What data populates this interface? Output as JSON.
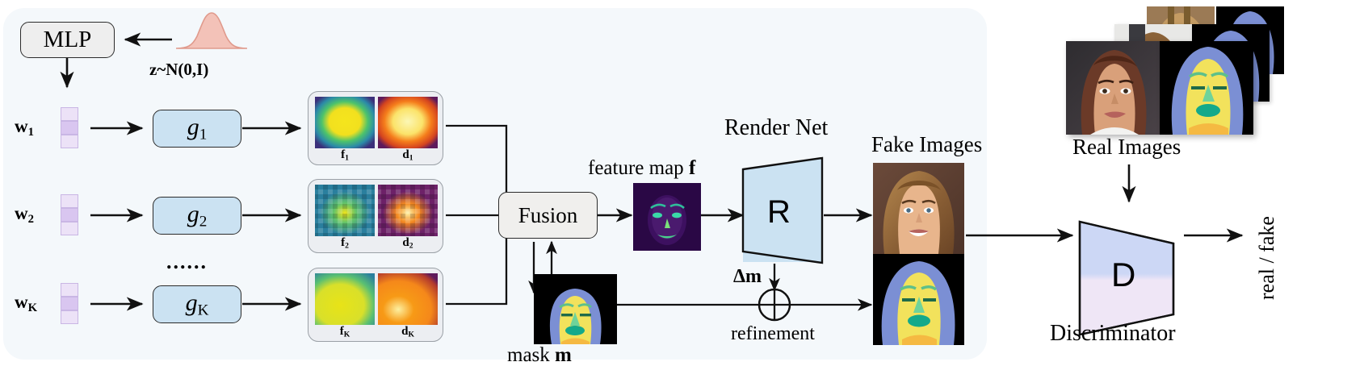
{
  "diagram": {
    "title": "3D-aware GAN generator-discriminator architecture",
    "panel_bg": "#f4f8fb",
    "accent_blue": "#cbe2f2",
    "accent_lavender": "#ece2f7"
  },
  "nodes": {
    "mlp": "MLP",
    "noise": "z~N(0,I)",
    "fusion": "Fusion",
    "render_net_title": "Render Net",
    "render_net_symbol": "R",
    "discriminator_title": "Discriminator",
    "discriminator_symbol": "D",
    "ellipsis": "......"
  },
  "latents": [
    {
      "label": "w",
      "sub": "1",
      "gen": "g",
      "gen_sub": "1",
      "f": "f",
      "f_sub": "1",
      "d": "d",
      "d_sub": "1"
    },
    {
      "label": "w",
      "sub": "2",
      "gen": "g",
      "gen_sub": "2",
      "f": "f",
      "f_sub": "2",
      "d": "d",
      "d_sub": "2"
    },
    {
      "label": "w",
      "sub": "K",
      "gen": "g",
      "gen_sub": "K",
      "f": "f",
      "f_sub": "K",
      "d": "d",
      "d_sub": "K"
    }
  ],
  "labels": {
    "feature_map": "feature map",
    "feature_map_symbol": "f",
    "mask": "mask",
    "mask_symbol": "m",
    "delta_mask": "Δm",
    "refinement": "refinement",
    "fake_images": "Fake Images",
    "real_images": "Real Images",
    "real_fake": "real / fake"
  },
  "colors": {
    "face_skin": "#f2e25c",
    "face_hair": "#7b8fd4",
    "face_nose": "#6fd39a",
    "face_mouth": "#14a98a",
    "face_neck": "#f5b942",
    "mask_bg": "#000000",
    "discriminator_top": "#ccd7f5",
    "discriminator_bottom": "#efe6f6",
    "render_net": "#cbe2f2"
  }
}
